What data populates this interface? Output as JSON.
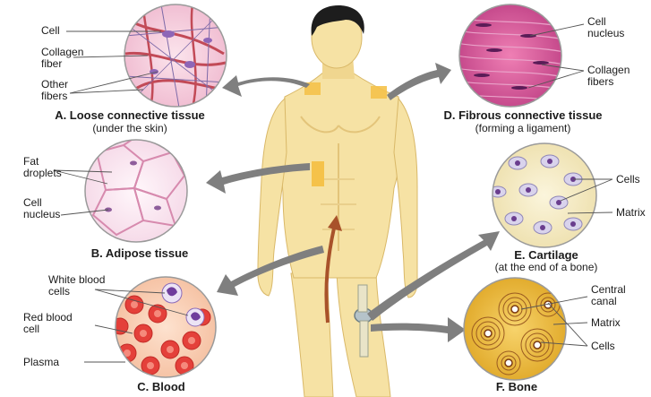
{
  "colors": {
    "skin": "#f6e2a4",
    "skin_shade": "#e7c979",
    "arrow": "#7f7f7f",
    "leader": "#555555",
    "hair": "#1d1d1d"
  },
  "panels": {
    "loose": {
      "title": "A. Loose connective tissue",
      "subtitle": "(under the skin)",
      "labels": [
        "Cell",
        "Collagen",
        "fiber",
        "Other",
        "fibers"
      ]
    },
    "fibrous": {
      "title": "D. Fibrous connective tissue",
      "subtitle": "(forming a ligament)",
      "labels": [
        "Cell",
        "nucleus",
        "Collagen",
        "fibers"
      ]
    },
    "adipose": {
      "title": "B. Adipose tissue",
      "labels": [
        "Fat",
        "droplets",
        "Cell",
        "nucleus"
      ]
    },
    "cartilage": {
      "title": "E. Cartilage",
      "subtitle": "(at the end of a bone)",
      "labels": [
        "Cells",
        "Matrix"
      ]
    },
    "blood": {
      "title": "C. Blood",
      "labels": [
        "White blood",
        "cells",
        "Red blood",
        "cell",
        "Plasma"
      ]
    },
    "bone": {
      "title": "F. Bone",
      "labels": [
        "Central",
        "canal",
        "Matrix",
        "Cells"
      ]
    }
  }
}
